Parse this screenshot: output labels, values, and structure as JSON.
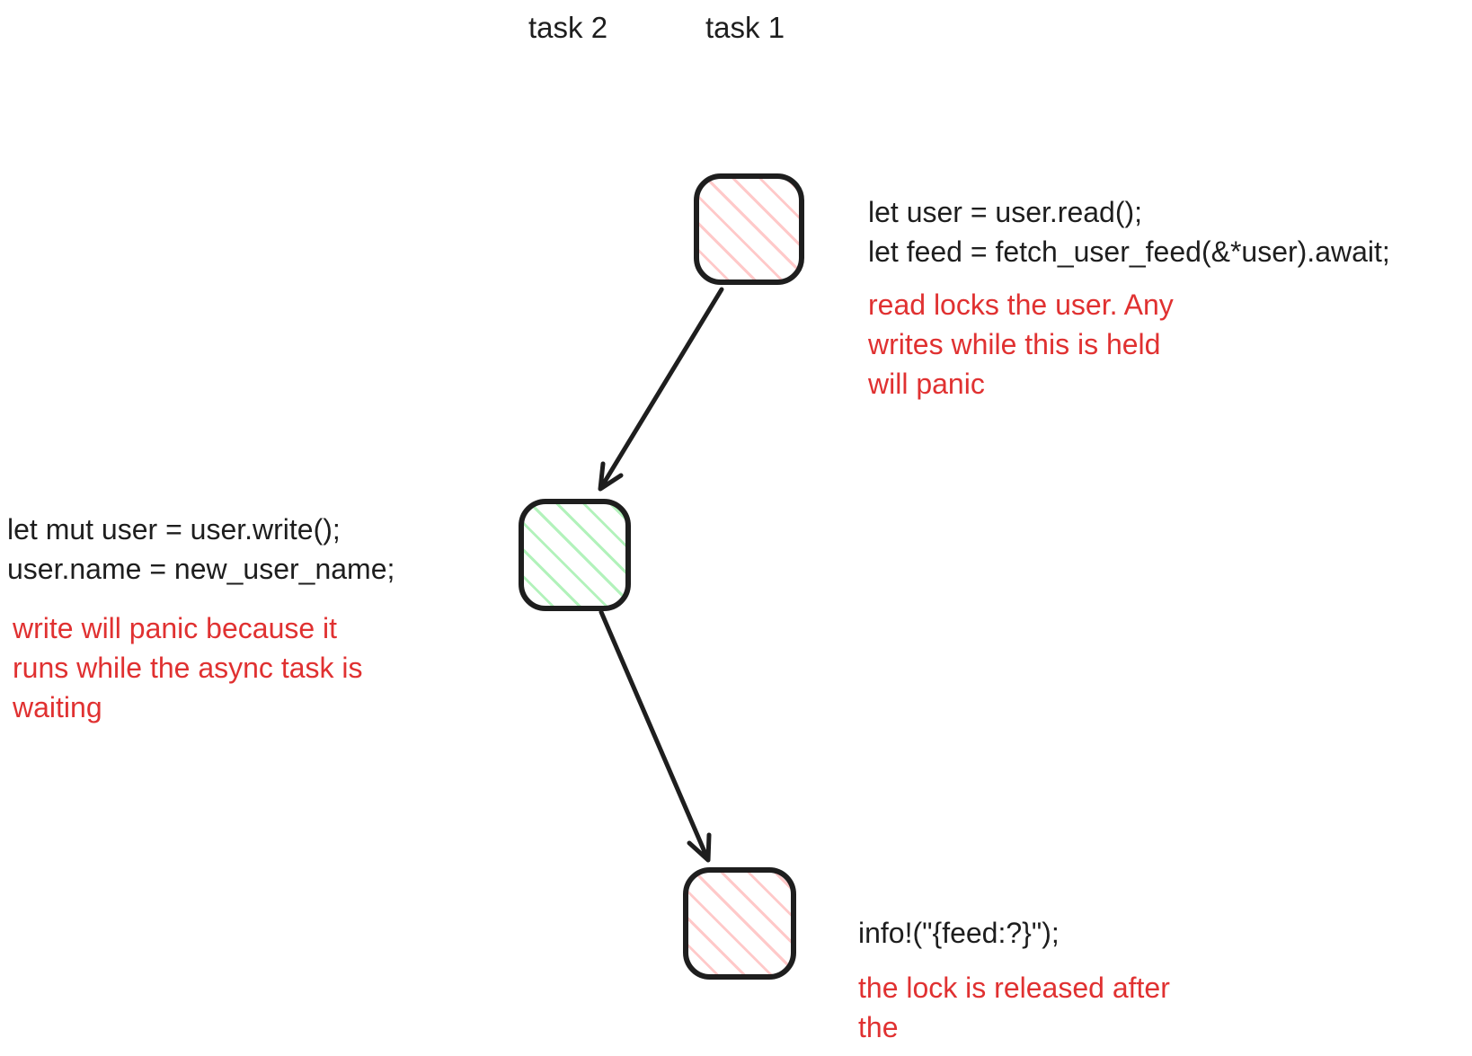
{
  "colors": {
    "stroke": "#1e1e1e",
    "code_text": "#1e1e1e",
    "note_text": "#e03131",
    "hatch_red": "#ffc9c9",
    "hatch_green": "#b2f2bb"
  },
  "headers": {
    "task2": "task 2",
    "task1": "task 1"
  },
  "annotations": {
    "top_right": {
      "code": [
        "let user = user.read();",
        "let feed = fetch_user_feed(&*user).await;"
      ],
      "note": [
        "read locks the user. Any",
        "writes while this is held",
        "will panic"
      ]
    },
    "left": {
      "code": [
        "let mut user = user.write();",
        "user.name = new_user_name;"
      ],
      "note": [
        "write will panic because it",
        "runs while the async task is",
        "waiting"
      ]
    },
    "bottom_right": {
      "code": [
        "info!(\"{feed:?}\");"
      ],
      "note": [
        "the lock is released after",
        "the"
      ]
    }
  }
}
